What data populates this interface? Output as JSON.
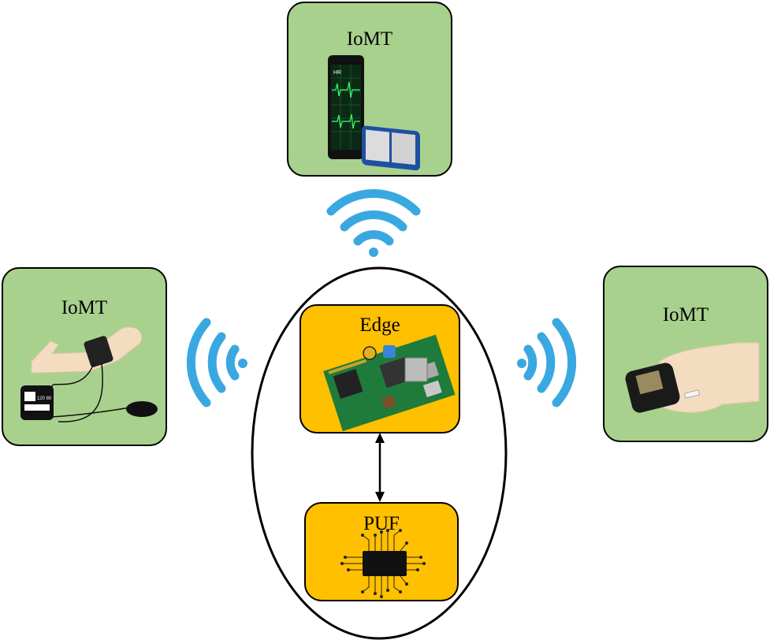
{
  "iomt_top": {
    "label": "IoMT",
    "device": "ECG phone monitor"
  },
  "iomt_left": {
    "label": "IoMT",
    "device": "blood pressure cuff"
  },
  "iomt_right": {
    "label": "IoMT",
    "device": "glucose meter"
  },
  "edge": {
    "label": "Edge"
  },
  "puf": {
    "label": "PUF"
  },
  "phone_screen_text": "HR",
  "bp_monitor_text": "120 80",
  "colors": {
    "green": "#a9d18e",
    "yellow": "#ffc000",
    "wifi": "#3aa8e0"
  }
}
